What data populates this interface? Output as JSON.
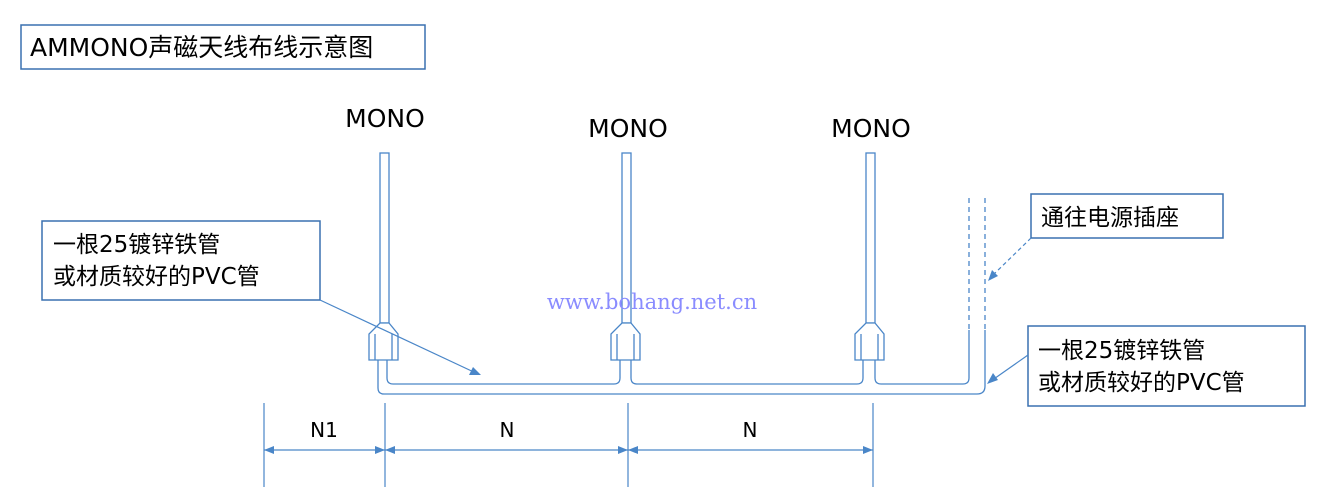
{
  "title": "AMMONO声磁天线布线示意图",
  "antennas": [
    {
      "label": "MONO"
    },
    {
      "label": "MONO"
    },
    {
      "label": "MONO"
    }
  ],
  "callouts": {
    "left_pipe": {
      "line1": "一根25镀锌铁管",
      "line2": "或材质较好的PVC管"
    },
    "right_pipe": {
      "line1": "一根25镀锌铁管",
      "line2": "或材质较好的PVC管"
    },
    "power": "通往电源插座"
  },
  "dimensions": [
    "N1",
    "N",
    "N"
  ],
  "watermark": "www.bohang.net.cn",
  "colors": {
    "line": "#4a86c8",
    "box_border": "#3a70b0",
    "watermark": "#8a8cff"
  }
}
